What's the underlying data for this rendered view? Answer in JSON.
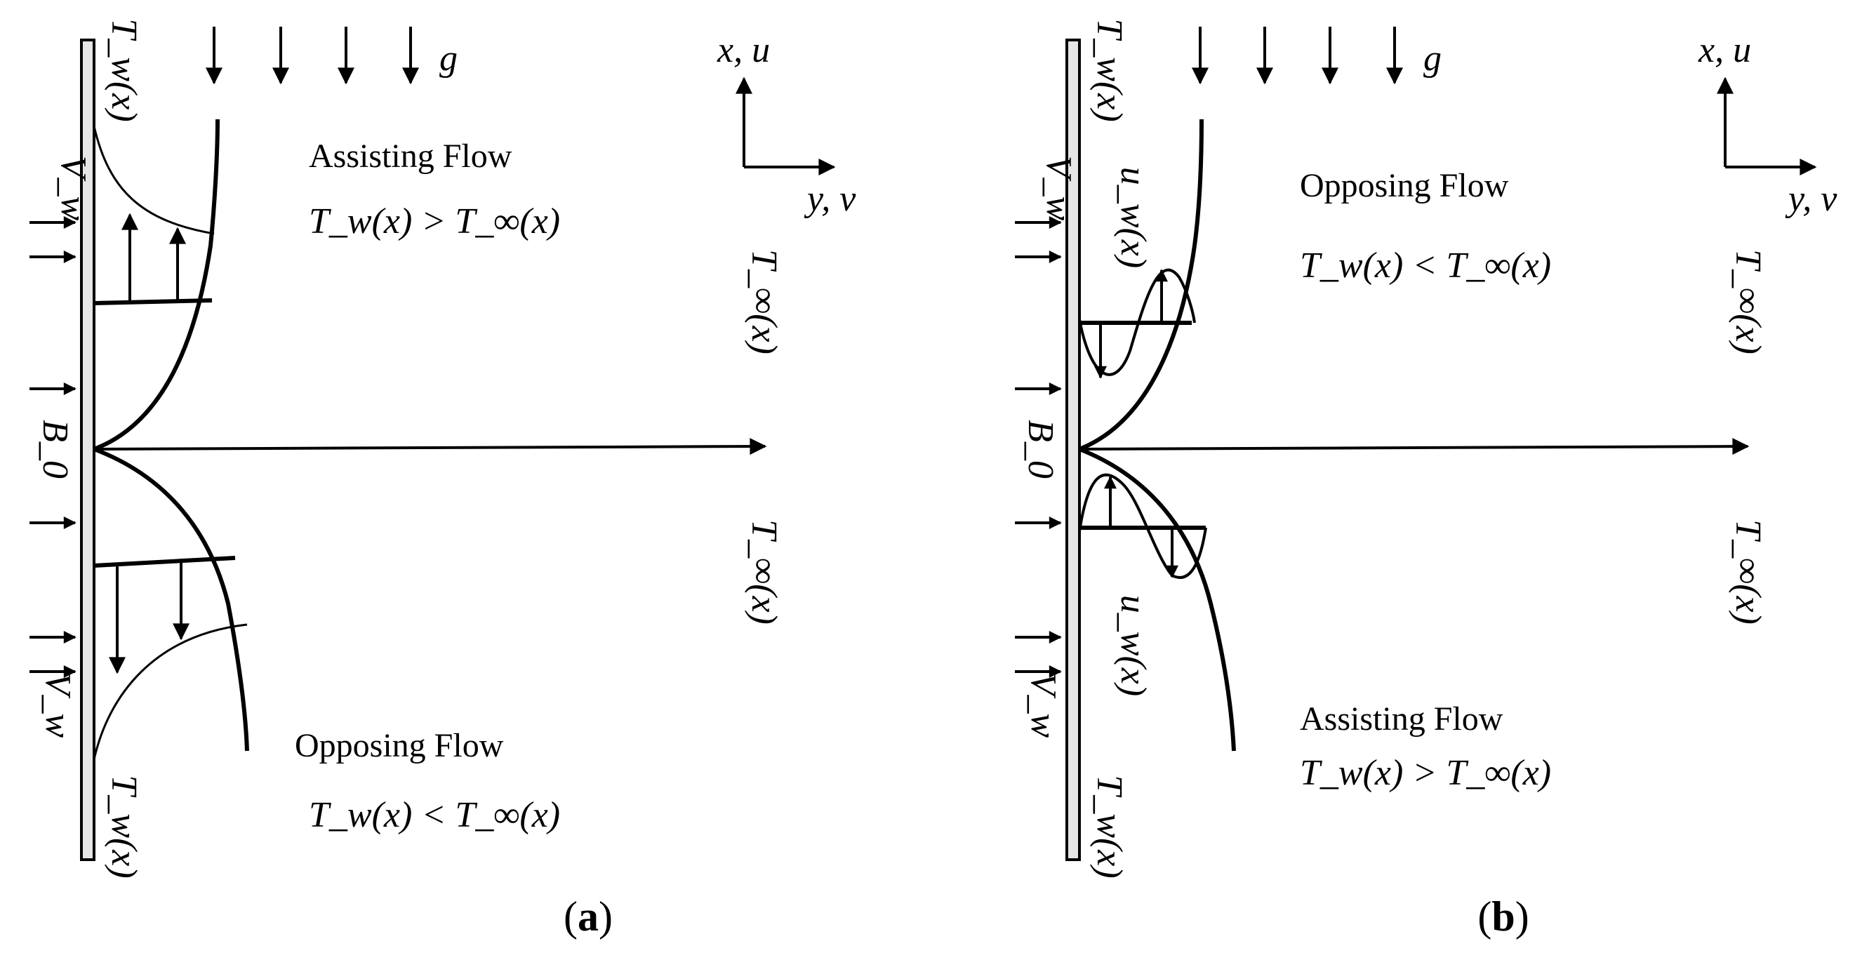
{
  "symbols": {
    "gravity": "g",
    "axis_x": "x, u",
    "axis_y": "y, v",
    "wall_temp": "T_w(x)",
    "ambient_temp": "T_∞(x)",
    "suction": "V_w",
    "magnetic_field": "B_0",
    "wall_velocity": "u_w(x)"
  },
  "flow_regimes": {
    "assisting": {
      "title": "Assisting Flow",
      "condition": "T_w(x) > T_∞(x)"
    },
    "opposing": {
      "title": "Opposing Flow",
      "condition": "T_w(x) < T_∞(x)"
    }
  },
  "panels": [
    {
      "id": "a",
      "caption_open": "(",
      "caption_letter": "a",
      "caption_close": ")"
    },
    {
      "id": "b",
      "caption_open": "(",
      "caption_letter": "b",
      "caption_close": ")"
    }
  ],
  "colors": {
    "ink": "#000000",
    "plate_fill": "#e6e6e6"
  }
}
